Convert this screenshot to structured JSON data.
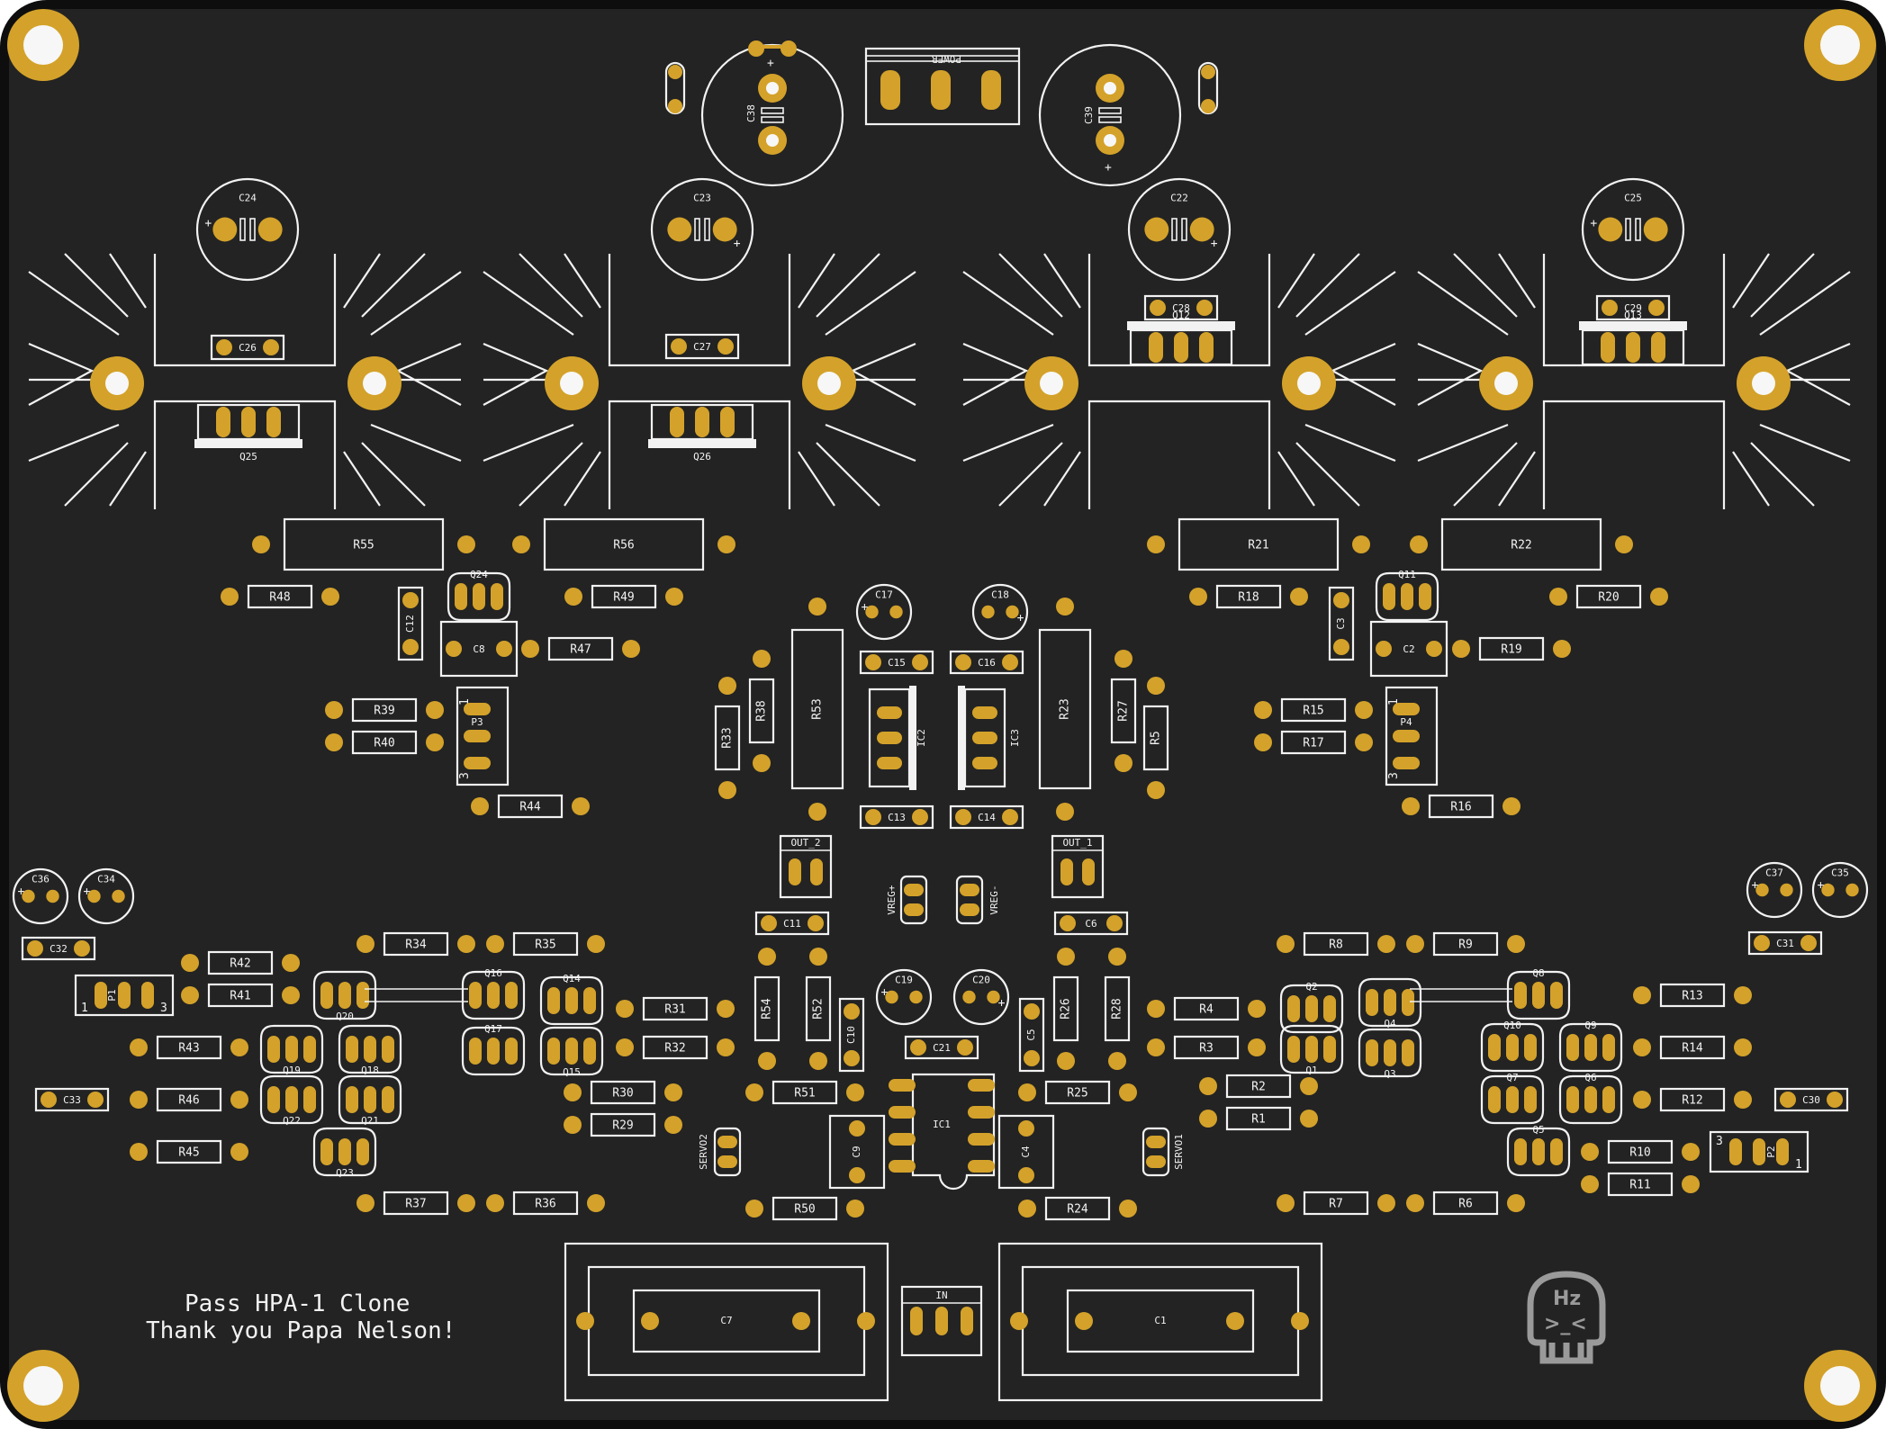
{
  "board": {
    "title_line1": "Pass HPA-1 Clone",
    "title_line2": "Thank you Papa Nelson!",
    "power_label": "POWER",
    "logo_text": "Hz",
    "logo_face": ">_<",
    "colors": {
      "background": "#ffffff",
      "board": "#232323",
      "edge": "#0e0e0e",
      "pad": "#d4a22a",
      "silkscreen": "#f2f2f2",
      "logo": "#9a9a9a"
    }
  },
  "components": {
    "C24": "C24",
    "C23": "C23",
    "C22": "C22",
    "C25": "C25",
    "C26": "C26",
    "C27": "C27",
    "C28": "C28",
    "C29": "C29",
    "Q25": "Q25",
    "Q26": "Q26",
    "Q12": "Q12",
    "Q13": "Q13",
    "C38": "C38",
    "C39": "C39",
    "R55": "R55",
    "R56": "R56",
    "R21": "R21",
    "R22": "R22",
    "R48": "R48",
    "Q24": "Q24",
    "R49": "R49",
    "R18": "R18",
    "Q11": "Q11",
    "R20": "R20",
    "C12": "C12",
    "C8": "C8",
    "R47": "R47",
    "C3": "C3",
    "C2": "C2",
    "R19": "R19",
    "R39": "R39",
    "R40": "R40",
    "P3": "P3",
    "R44": "R44",
    "R15": "R15",
    "R17": "R17",
    "P4": "P4",
    "R16": "R16",
    "C17": "C17",
    "C18": "C18",
    "C15": "C15",
    "C16": "C16",
    "R38": "R38",
    "R33": "R33",
    "R53": "R53",
    "IC2": "IC2",
    "IC3": "IC3",
    "R23": "R23",
    "R27": "R27",
    "R5": "R5",
    "C13": "C13",
    "C14": "C14",
    "OUT_2": "OUT_2",
    "OUT_1": "OUT_1",
    "VREG+": "VREG+",
    "VREG-": "VREG-",
    "C11": "C11",
    "C6": "C6",
    "C36": "C36",
    "C34": "C34",
    "C32": "C32",
    "C37": "C37",
    "C35": "C35",
    "C31": "C31",
    "P1": "P1",
    "R42": "R42",
    "R41": "R41",
    "R34": "R34",
    "R35": "R35",
    "Q20": "Q20",
    "Q16": "Q16",
    "Q14": "Q14",
    "R31": "R31",
    "R43": "R43",
    "Q19": "Q19",
    "Q18": "Q18",
    "Q17": "Q17",
    "Q15": "Q15",
    "R32": "R32",
    "C33": "C33",
    "R46": "R46",
    "Q22": "Q22",
    "Q21": "Q21",
    "R30": "R30",
    "R29": "R29",
    "R45": "R45",
    "Q23": "Q23",
    "R37": "R37",
    "R36": "R36",
    "R54": "R54",
    "R52": "R52",
    "C10": "C10",
    "C19": "C19",
    "C20": "C20",
    "C5": "C5",
    "R26": "R26",
    "R28": "R28",
    "C21": "C21",
    "R51": "R51",
    "R25": "R25",
    "IC1": "IC1",
    "C9": "C9",
    "C4": "C4",
    "SERVO2": "SERVO2",
    "SERVO1": "SERVO1",
    "R50": "R50",
    "R24": "R24",
    "R8": "R8",
    "R9": "R9",
    "R4": "R4",
    "Q2": "Q2",
    "Q4": "Q4",
    "Q8": "Q8",
    "R13": "R13",
    "R3": "R3",
    "Q1": "Q1",
    "Q3": "Q3",
    "Q10": "Q10",
    "Q9": "Q9",
    "R14": "R14",
    "R2": "R2",
    "R1": "R1",
    "Q7": "Q7",
    "Q6": "Q6",
    "R12": "R12",
    "C30": "C30",
    "Q5": "Q5",
    "R10": "R10",
    "R11": "R11",
    "P2": "P2",
    "R7": "R7",
    "R6": "R6",
    "C7": "C7",
    "C1": "C1",
    "IN": "IN"
  },
  "pin_marks": {
    "one": "1",
    "three": "3",
    "plus": "+"
  }
}
